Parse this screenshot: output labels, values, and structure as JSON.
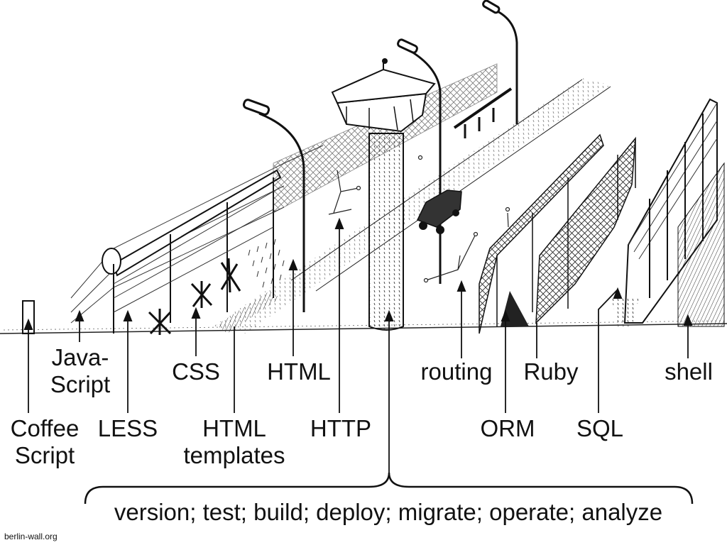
{
  "labels": {
    "coffeescript": [
      "Coffee",
      "Script"
    ],
    "javascript": [
      "Java-",
      "Script"
    ],
    "less": "LESS",
    "css": "CSS",
    "html_templates": [
      "HTML",
      "templates"
    ],
    "html": "HTML",
    "http": "HTTP",
    "routing": "routing",
    "orm": "ORM",
    "ruby": "Ruby",
    "sql": "SQL",
    "shell": "shell"
  },
  "brace_caption": "version; test; build; deploy; migrate; operate; analyze",
  "credit": "berlin-wall.org"
}
